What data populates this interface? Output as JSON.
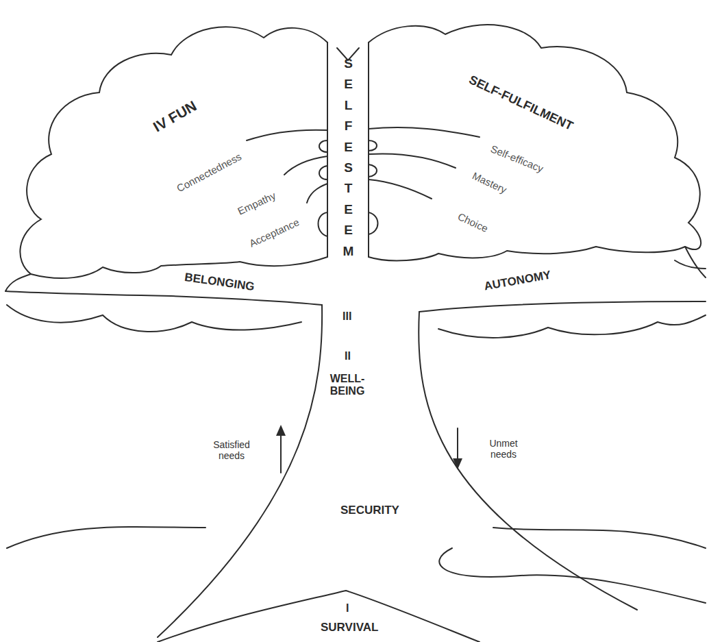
{
  "diagram": {
    "labels": [
      "IV FUN",
      "SELF ESTEEM",
      "SELF-FULFILMENT",
      "Connectedness",
      "Self-efficacy",
      "Empathy",
      "Mastery",
      "Acceptance",
      "Choice",
      "BELONGING",
      "AUTONOMY",
      "III",
      "II",
      "WELL-BEING",
      "Satisfied needs",
      "Unmet needs",
      "SECURITY",
      "I",
      "SURVIVAL"
    ]
  }
}
